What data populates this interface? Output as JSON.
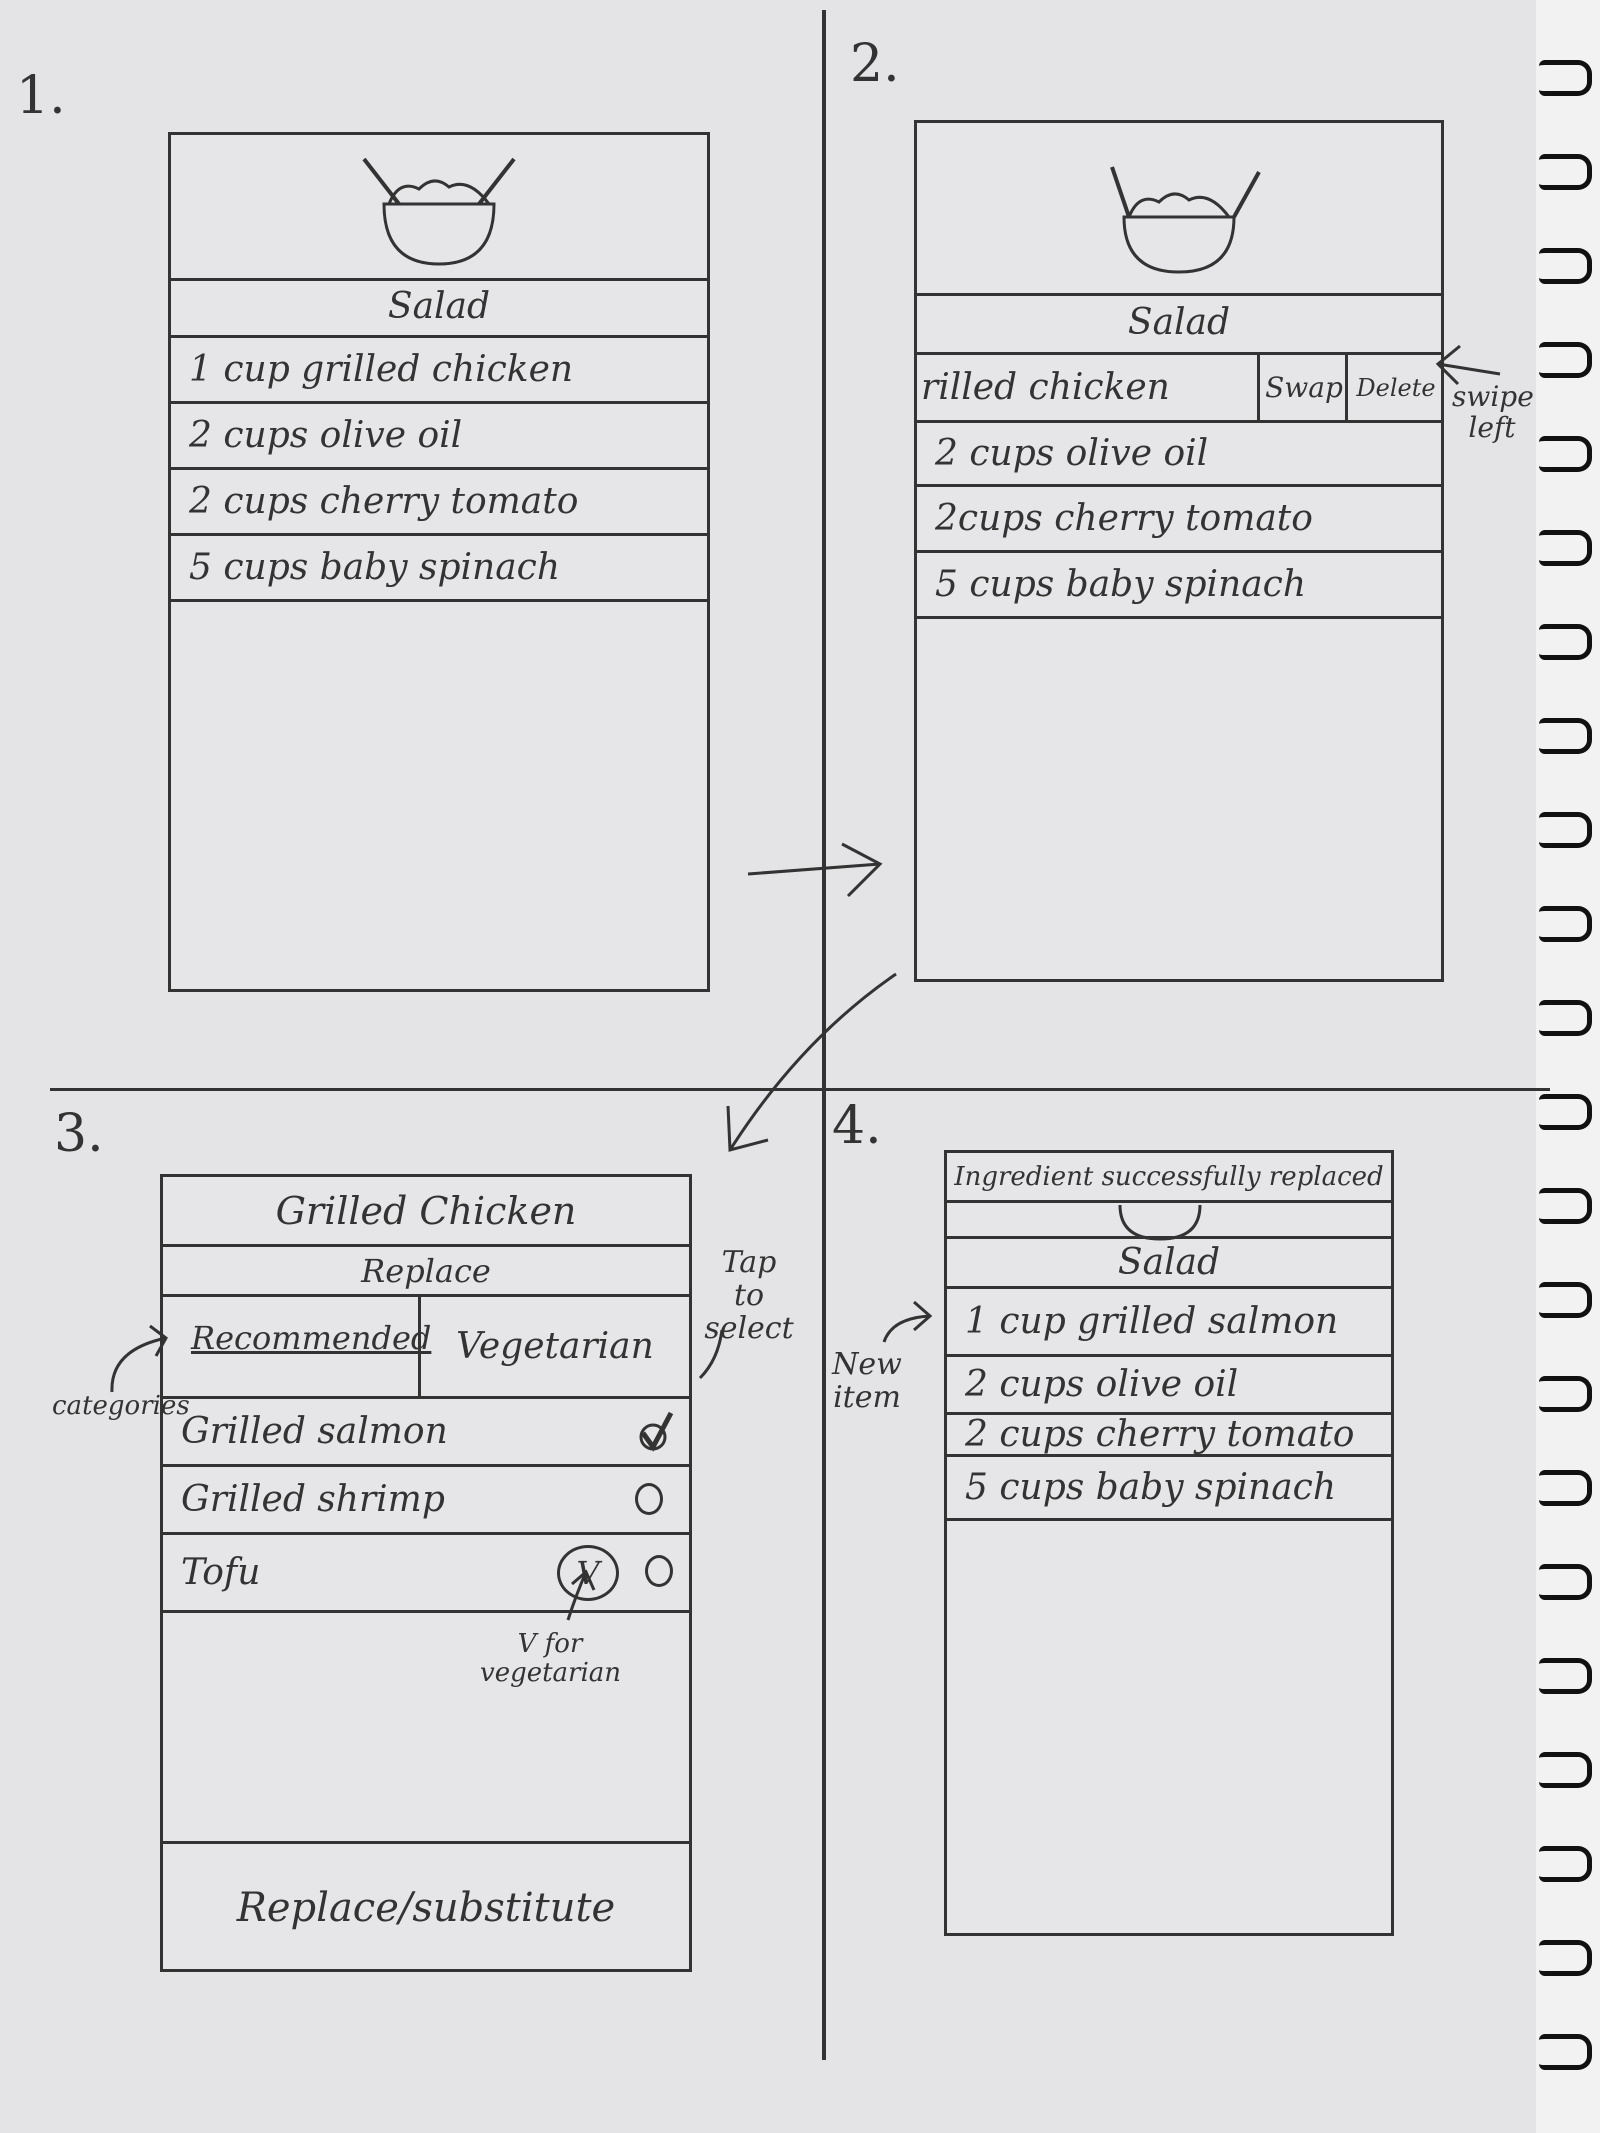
{
  "panels": {
    "p1": {
      "number": "1.",
      "title": "Salad",
      "items": [
        "1 cup grilled chicken",
        "2 cups olive oil",
        "2 cups cherry tomato",
        "5 cups baby spinach"
      ]
    },
    "p2": {
      "number": "2.",
      "title": "Salad",
      "swiped_item": "rilled chicken",
      "swap_label": "Swap",
      "delete_label": "Delete",
      "items": [
        "2 cups olive oil",
        "2cups cherry tomato",
        "5 cups baby spinach"
      ],
      "annotation": "swipe left"
    },
    "p3": {
      "number": "3.",
      "title": "Grilled Chicken",
      "subtitle": "Replace",
      "tabs": [
        "Recommended",
        "Vegetarian"
      ],
      "options": [
        "Grilled salmon",
        "Grilled shrimp",
        "Tofu"
      ],
      "veg_badge": "V",
      "button": "Replace/substitute",
      "annotations": {
        "tap": "Tap to select",
        "categories": "categories",
        "veg": "V for vegetarian"
      }
    },
    "p4": {
      "number": "4.",
      "banner": "Ingredient successfully replaced",
      "title": "Salad",
      "items": [
        "1 cup grilled salmon",
        "2 cups olive oil",
        "2 cups cherry tomato",
        "5 cups baby spinach"
      ],
      "annotation": "New item"
    }
  }
}
